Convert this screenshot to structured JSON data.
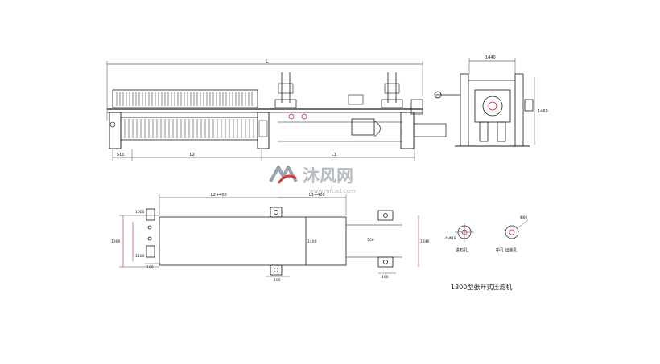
{
  "drawing": {
    "title": "1300型张开式压滤机",
    "colors": {
      "line": "#1a1a1a",
      "dimension": "#cc2222",
      "part": "#555555"
    }
  },
  "elevation": {
    "overall_label": "L",
    "sub_labels": [
      "510",
      "L2",
      "L1"
    ]
  },
  "end_view": {
    "width_label": "1440",
    "height_label": "1460"
  },
  "plan": {
    "top_dims": [
      "L2+400",
      "L1+400"
    ],
    "side_dims": [
      "1000",
      "1360",
      "1100"
    ],
    "inner_dim": "1400",
    "right_dims": [
      "500",
      "1340"
    ],
    "bottom_dims": [
      "100",
      "100",
      "100"
    ]
  },
  "details": {
    "left_label": "进料孔",
    "left_dim": "4-Φ18",
    "right_label": "中孔 出液孔",
    "right_dim": "Φ60"
  },
  "watermark": {
    "text": "沐风网",
    "url": "www.mfcad.com",
    "icon": "mf-logo-icon"
  }
}
